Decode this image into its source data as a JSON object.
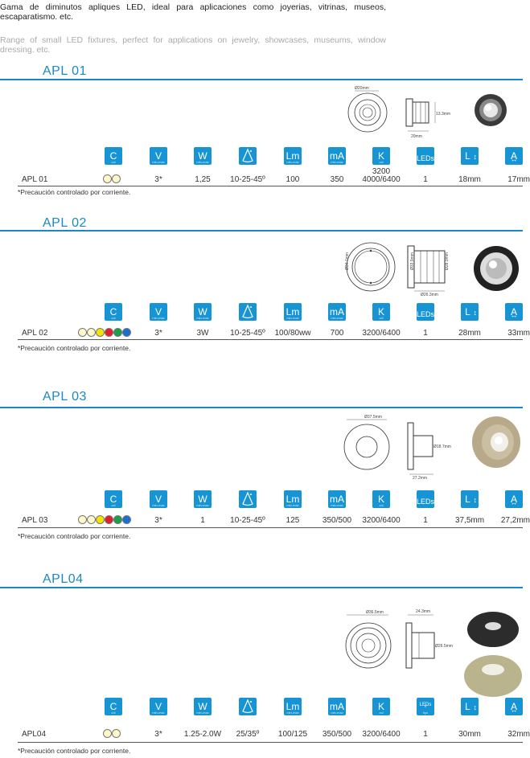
{
  "intro": {
    "es": "Gama de diminutos apliques LED, ideal para aplicaciones como joyerias, vitrinas, museos, escaparatismo. etc.",
    "en": "Range of small LED fixtures, perfect for applications on jewelry, showcases, museums, window dressing. etc."
  },
  "icons": {
    "c": {
      "main": "C",
      "sub": "col"
    },
    "v": {
      "main": "V",
      "sub": "min-max"
    },
    "w": {
      "main": "W",
      "sub": "min-max"
    },
    "lm": {
      "main": "Lm",
      "sub": "min-max"
    },
    "ma": {
      "main": "mA",
      "sub": "min-max"
    },
    "k": {
      "main": "K",
      "sub": "col"
    },
    "leds": {
      "main": "LEDs"
    },
    "leds4": {
      "main": "LEDs",
      "sub": "x",
      "sub2": "tipo"
    },
    "l": {
      "main": "L"
    },
    "a": {
      "main": "A"
    }
  },
  "products": [
    {
      "title": "APL 01",
      "name": "APL 01",
      "dot_colors": [
        "#fff8c8",
        "#fff8c8"
      ],
      "v": "3*",
      "w": "1,25",
      "angle": "10-25-45º",
      "lm": "100",
      "ma": "350",
      "k_top": "3200",
      "k": "4000/6400",
      "leds": "1",
      "l": "18mm",
      "a": "17mm",
      "note": "*Precaución controlado por corriente.",
      "dims": [
        "Ø20mm",
        "13.3mm",
        "20mm"
      ]
    },
    {
      "title": "APL 02",
      "name": "APL 02",
      "dot_colors": [
        "#fff8c8",
        "#fff8c8",
        "#f5e300",
        "#e0202a",
        "#1aa04a",
        "#1a6fd0"
      ],
      "v": "3*",
      "w": "3W",
      "angle": "10-25-45º",
      "lm": "100/80ww",
      "ma": "700",
      "k": "3200/6400",
      "leds": "1",
      "l": "28mm",
      "a": "33mm",
      "note": "*Precaución controlado por corriente.",
      "dims": [
        "Ø34.7mm",
        "Ø33.9mm",
        "Ø28.9mm",
        "Ø26.3mm"
      ]
    },
    {
      "title": "APL 03",
      "name": "APL 03",
      "dot_colors": [
        "#fff8c8",
        "#fff8c8",
        "#f5e300",
        "#e0202a",
        "#1aa04a",
        "#1a6fd0"
      ],
      "v": "3*",
      "w": "1",
      "angle": "10-25-45º",
      "lm": "125",
      "ma": "350/500",
      "k": "3200/6400",
      "leds": "1",
      "l": "37,5mm",
      "a": "27,2mm",
      "note": "*Precaución controlado por corriente.",
      "dims": [
        "Ø37.5mm",
        "Ø18.7mm",
        "27.2mm"
      ]
    },
    {
      "title": "APL04",
      "name": "APL04",
      "dot_colors": [
        "#fff8c8",
        "#fff8c8"
      ],
      "v": "3*",
      "w": "1.25-2.0W",
      "angle": "25/35º",
      "lm": "100/125",
      "ma": "350/500",
      "k": "3200/6400",
      "leds": "1",
      "l": "30mm",
      "a": "32mm",
      "note": "*Precaución controlado por corriente.",
      "dims": [
        "Ø36.5mm",
        "24.3mm",
        "Ø26.5mm"
      ]
    }
  ]
}
